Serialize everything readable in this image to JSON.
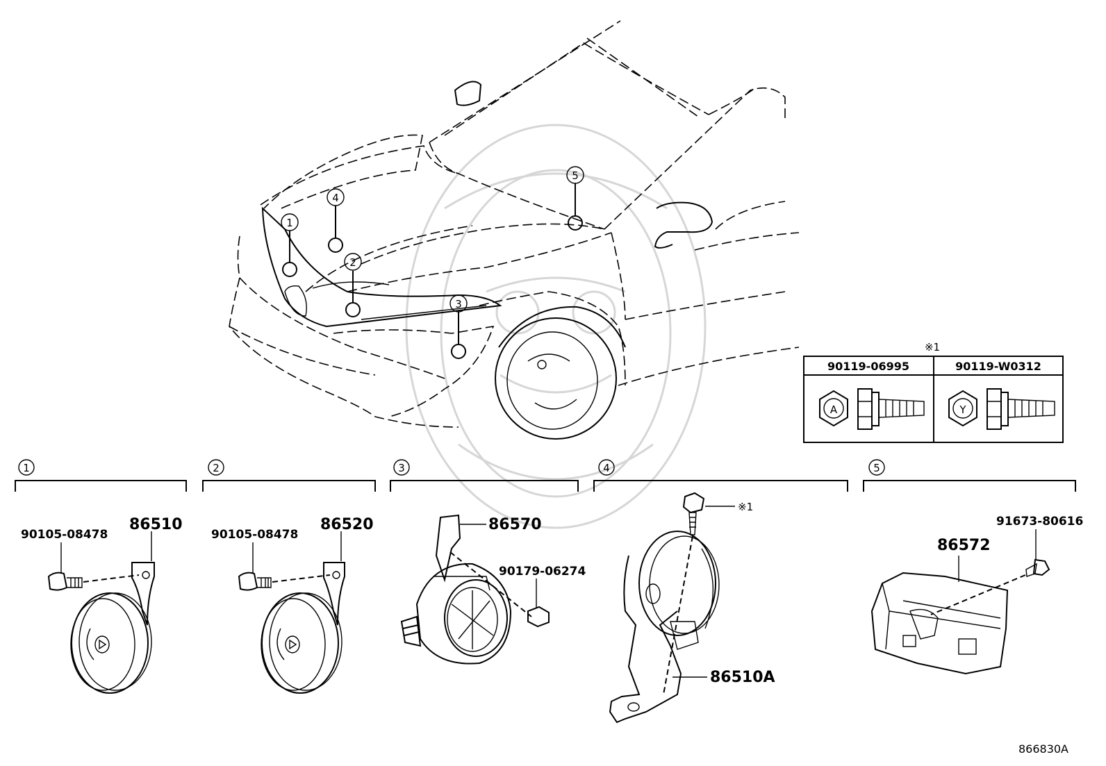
{
  "callouts": [
    "1",
    "2",
    "3",
    "4",
    "5"
  ],
  "fastener_table": {
    "note_mark": "※1",
    "columns": [
      {
        "part_no": "90119-06995",
        "head_mark": "A"
      },
      {
        "part_no": "90119-W0312",
        "head_mark": "Y"
      }
    ]
  },
  "groups": [
    {
      "id": "1",
      "parts": [
        "90105-08478",
        "86510"
      ]
    },
    {
      "id": "2",
      "parts": [
        "90105-08478",
        "86520"
      ]
    },
    {
      "id": "3",
      "parts": [
        "86570",
        "90179-06274"
      ]
    },
    {
      "id": "4",
      "parts": [
        "※1",
        "86510A"
      ]
    },
    {
      "id": "5",
      "parts": [
        "91673-80616",
        "86572"
      ]
    }
  ],
  "diagram_id": "866830A"
}
